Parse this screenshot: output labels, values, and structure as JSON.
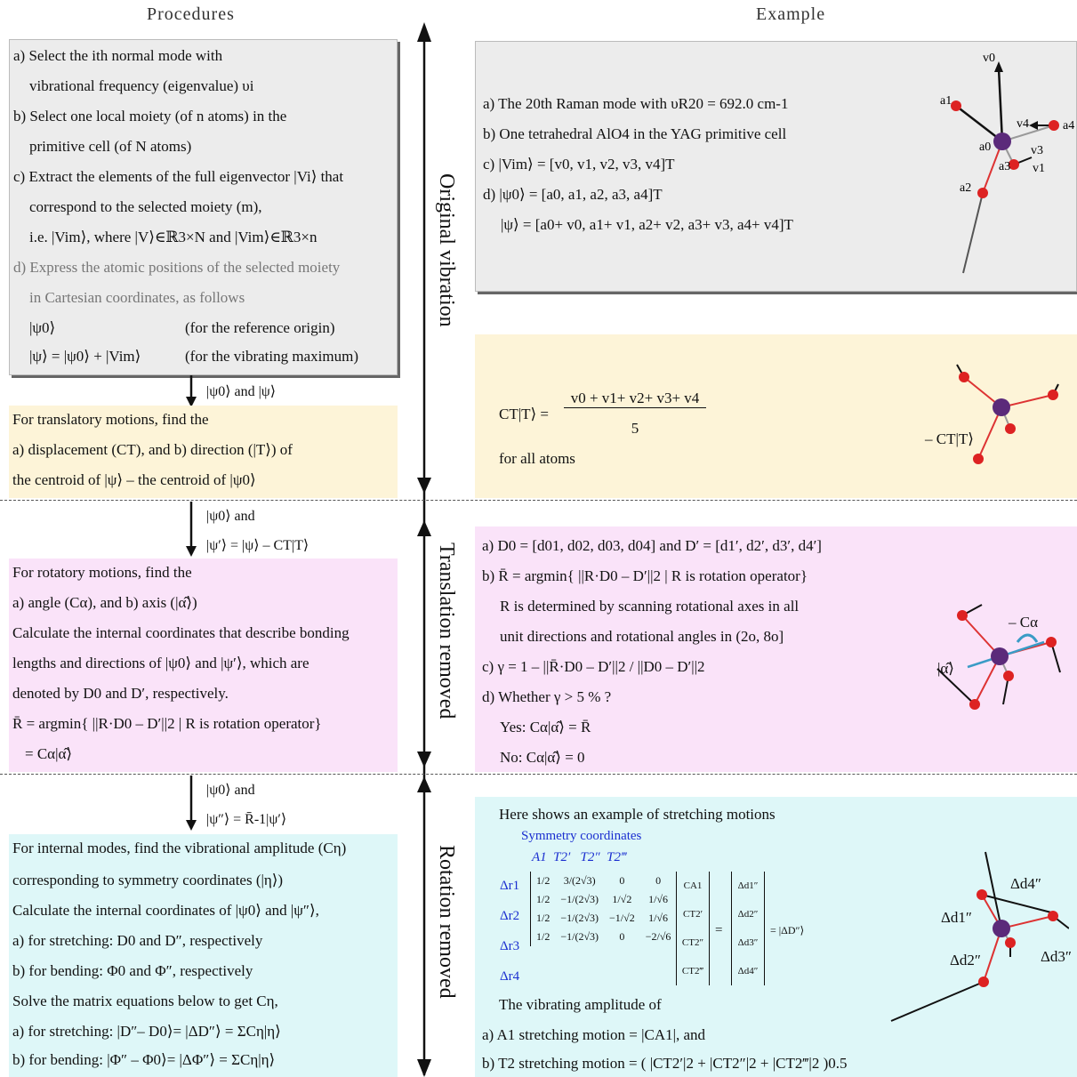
{
  "headers": {
    "procedures": "Procedures",
    "example": "Example"
  },
  "side_labels": {
    "original": "Original vibration",
    "translation": "Translation removed",
    "rotation": "Rotation removed"
  },
  "left": {
    "box1": [
      "a) Select the ith normal mode with",
      "vibrational frequency (eigenvalue) υi",
      "b) Select one local moiety (of n atoms) in the",
      "primitive cell (of N atoms)",
      "c) Extract the elements of the full eigenvector |Vi⟩ that",
      "correspond to the selected moiety (m),",
      "i.e. |Vim⟩, where |V⟩∈ℝ3×N and |Vim⟩∈ℝ3×n",
      "d) Express the atomic positions of the selected moiety",
      "in Cartesian coordinates, as follows",
      "|ψ0⟩",
      "(for the reference origin)",
      "|ψ⟩ = |ψ0⟩ + |Vim⟩",
      "(for the vibrating maximum)"
    ],
    "arrow1": "|ψ0⟩ and |ψ⟩",
    "box2": [
      "For translatory motions, find the",
      "a) displacement (CT), and b) direction (|T⟩) of",
      "the centroid of |ψ⟩ – the centroid of |ψ0⟩"
    ],
    "arrow2": [
      "|ψ0⟩ and",
      "|ψ′⟩ = |ψ⟩ – CT|T⟩"
    ],
    "box3": [
      "For rotatory motions, find the",
      "a) angle (Cα), and b) axis (|α̂⟩)",
      "Calculate the internal coordinates that describe bonding",
      "lengths and directions of |ψ0⟩ and |ψ′⟩, which are",
      "denoted by D0 and D′, respectively.",
      "R̄ = argmin{ ||R·D0 – D′||2 | R is rotation operator}",
      "= Cα|α̂⟩"
    ],
    "arrow3": [
      "|ψ0⟩ and",
      "|ψ″⟩ = R̄-1|ψ′⟩"
    ],
    "box4": [
      "For internal modes, find the vibrational amplitude (Cη)",
      "corresponding to symmetry coordinates (|η⟩)",
      "Calculate the internal coordinates of |ψ0⟩ and |ψ″⟩,",
      "a) for stretching: D0 and D″, respectively",
      "b) for bending: Φ0 and Φ″, respectively",
      "Solve the matrix equations below to get Cη,",
      "a) for stretching: |D″– D0⟩= |ΔD″⟩ = ΣCη|η⟩",
      "b) for bending: |Φ″ – Φ0⟩= |ΔΦ″⟩ = ΣCη|η⟩"
    ]
  },
  "right": {
    "box1": [
      "a) The 20th Raman mode with υR20 = 692.0 cm-1",
      "b) One tetrahedral AlO4 in the YAG primitive cell",
      "c) |Vim⟩ = [v0, v1, v2, v3, v4]T",
      "d) |ψ0⟩ = [a0, a1, a2, a3, a4]T",
      "|ψ⟩ = [a0+ v0, a1+ v1, a2+ v2, a3+ v3, a4+ v4]T"
    ],
    "box1_labels": [
      "v0",
      "a1",
      "v4",
      "a4",
      "a0",
      "v3",
      "a3",
      "v1",
      "a2"
    ],
    "box2": {
      "lhs": "CT|T⟩ =",
      "num": "v0 + v1+ v2+ v3+ v4",
      "den": "5",
      "foot": "for all atoms",
      "label": "– CT|T⟩"
    },
    "box3": [
      "a) D0 = [d01, d02, d03, d04] and D′ = [d1′, d2′, d3′, d4′]",
      "b) R̄ = argmin{ ||R·D0 – D′||2 | R is rotation operator}",
      "R is determined by scanning rotational axes in all",
      "unit directions and rotational angles in (2o, 8o]",
      "c) γ = 1 – ||R̄·D0 – D′||2 / ||D0 – D′||2",
      "d) Whether γ > 5 % ?",
      "Yes: Cα|α̂⟩ = R̄",
      "No: Cα|α̂⟩ = 0"
    ],
    "box3_labels": [
      "– Cα",
      "|α̂⟩"
    ],
    "box4": {
      "intro": "Here shows an example of stretching motions",
      "sym": "Symmetry coordinates",
      "cols": [
        "A1",
        "T2′",
        "T2″",
        "T2‴"
      ],
      "rows": [
        "Δr1",
        "Δr2",
        "Δr3",
        "Δr4"
      ],
      "matrix": [
        [
          "1/2",
          "3/(2√3)",
          "0",
          "0"
        ],
        [
          "1/2",
          "−1/(2√3)",
          "1/√2",
          "1/√6"
        ],
        [
          "1/2",
          "−1/(2√3)",
          "−1/√2",
          "1/√6"
        ],
        [
          "1/2",
          "−1/(2√3)",
          "0",
          "−2/√6"
        ]
      ],
      "cvec": [
        "CA1",
        "CT2′",
        "CT2″",
        "CT2‴"
      ],
      "dvec": [
        "Δd1″",
        "Δd2″",
        "Δd3″",
        "Δd4″"
      ],
      "eq": "=",
      "rhs": "= |ΔD″⟩",
      "amp": "The vibrating amplitude of",
      "a": "a) A1 stretching motion = |CA1|, and",
      "b": "b) T2 stretching motion = ( |CT2′|2 + |CT2″|2 + |CT2‴|2 )0.5",
      "labels": [
        "Δd4″",
        "Δd1″",
        "Δd2″",
        "Δd3″"
      ]
    }
  }
}
